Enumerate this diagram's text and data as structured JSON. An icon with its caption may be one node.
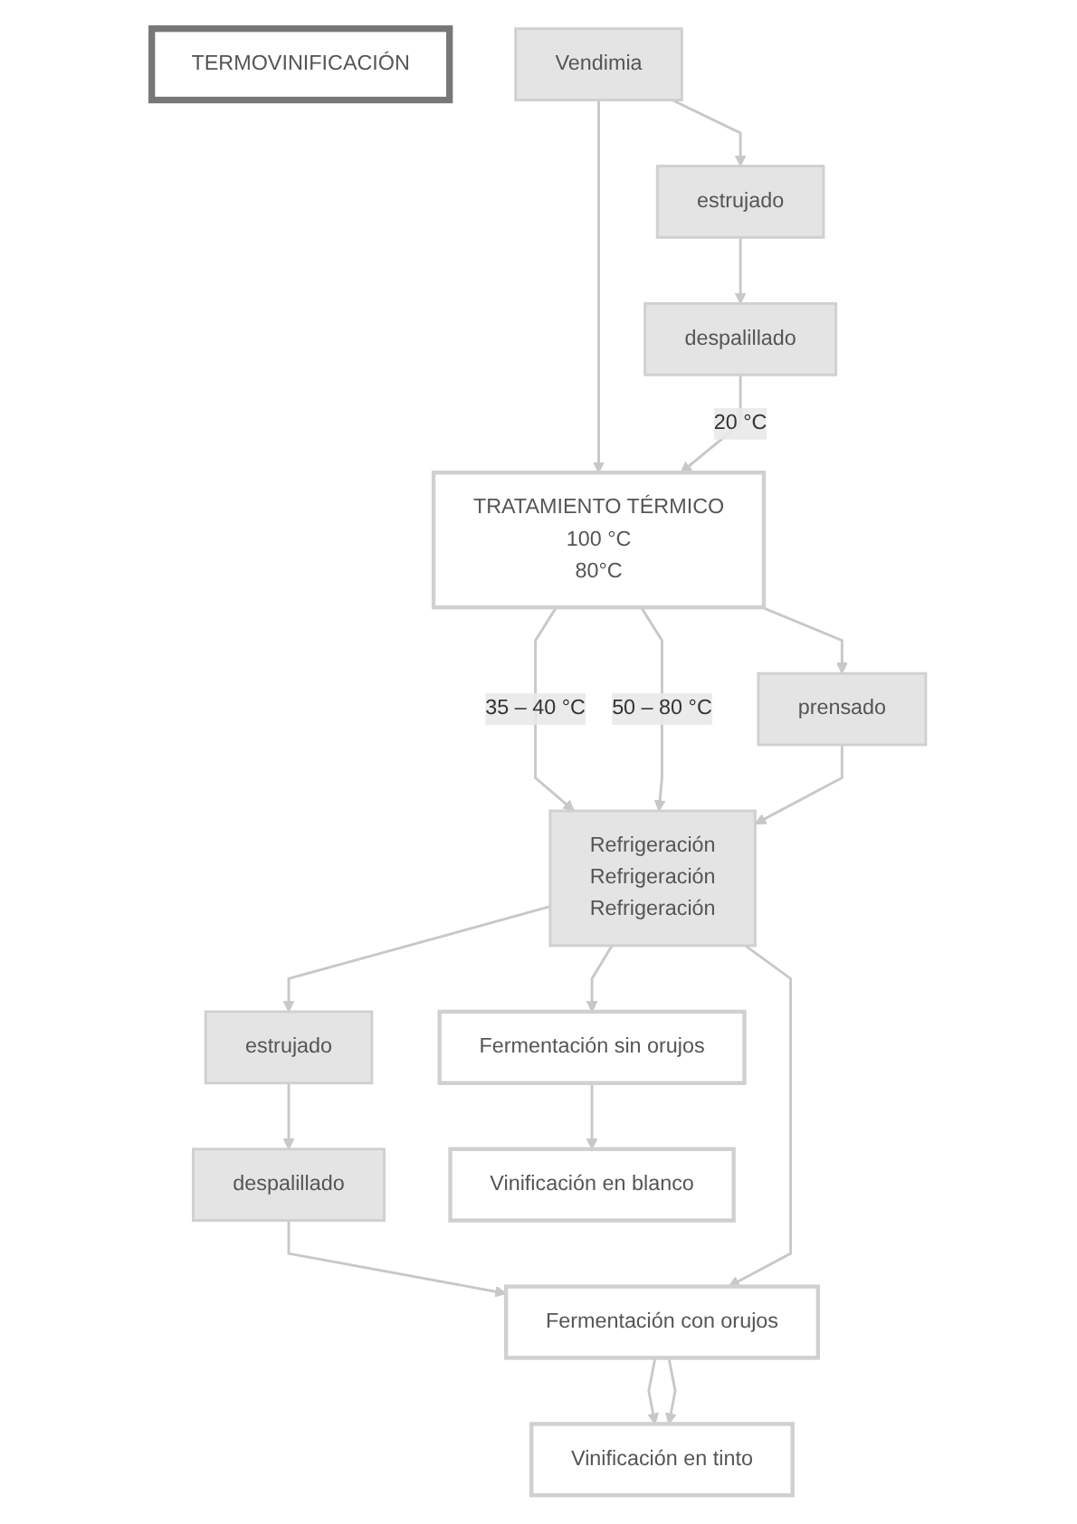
{
  "diagram": {
    "nodes": [
      {
        "text": [
          "TERMOVINIFICACIÓN"
        ]
      },
      {
        "text": [
          "Vendimia"
        ]
      },
      {
        "text": [
          "estrujado"
        ]
      },
      {
        "text": [
          "despalillado"
        ]
      },
      {
        "text": [
          "TRATAMIENTO TÉRMICO",
          "100 °C",
          "80°C"
        ]
      },
      {
        "text": [
          "prensado"
        ]
      },
      {
        "text": [
          "Refrigeración",
          "Refrigeración",
          "Refrigeración"
        ]
      },
      {
        "text": [
          "estrujado"
        ]
      },
      {
        "text": [
          "despalillado"
        ]
      },
      {
        "text": [
          "Fermentación con orujos"
        ]
      },
      {
        "text": [
          "Fermentación sin orujos"
        ]
      },
      {
        "text": [
          "Vinificación en tinto"
        ]
      },
      {
        "text": [
          "Vinificación en blanco"
        ]
      }
    ],
    "edges": [
      {
        "from": 1,
        "to": 4,
        "arrow": "to"
      },
      {
        "from": 1,
        "to": 2,
        "arrow": "to"
      },
      {
        "from": 2,
        "to": 3,
        "arrow": "to"
      },
      {
        "from": 3,
        "to": 4,
        "arrow": "to",
        "label": "20 °C"
      },
      {
        "from": 4,
        "to": 6,
        "arrow": "to",
        "label": "35 – 40 °C"
      },
      {
        "from": 4,
        "to": 6,
        "arrow": "to",
        "label": "50 – 80 °C"
      },
      {
        "from": 4,
        "to": 5,
        "arrow": "to"
      },
      {
        "from": 5,
        "to": 6,
        "arrow": "to"
      },
      {
        "from": 6,
        "to": 7,
        "arrow": "to"
      },
      {
        "from": 7,
        "to": 8,
        "arrow": "to"
      },
      {
        "from": 8,
        "to": 9,
        "arrow": "to"
      },
      {
        "from": 6,
        "to": 9,
        "arrow": "to"
      },
      {
        "from": 6,
        "to": 10,
        "arrow": "to"
      },
      {
        "from": 9,
        "to": 11,
        "arrow": "to"
      },
      {
        "from": 9,
        "to": 11,
        "arrow": "to"
      },
      {
        "from": 10,
        "to": 12,
        "arrow": "to"
      }
    ]
  }
}
